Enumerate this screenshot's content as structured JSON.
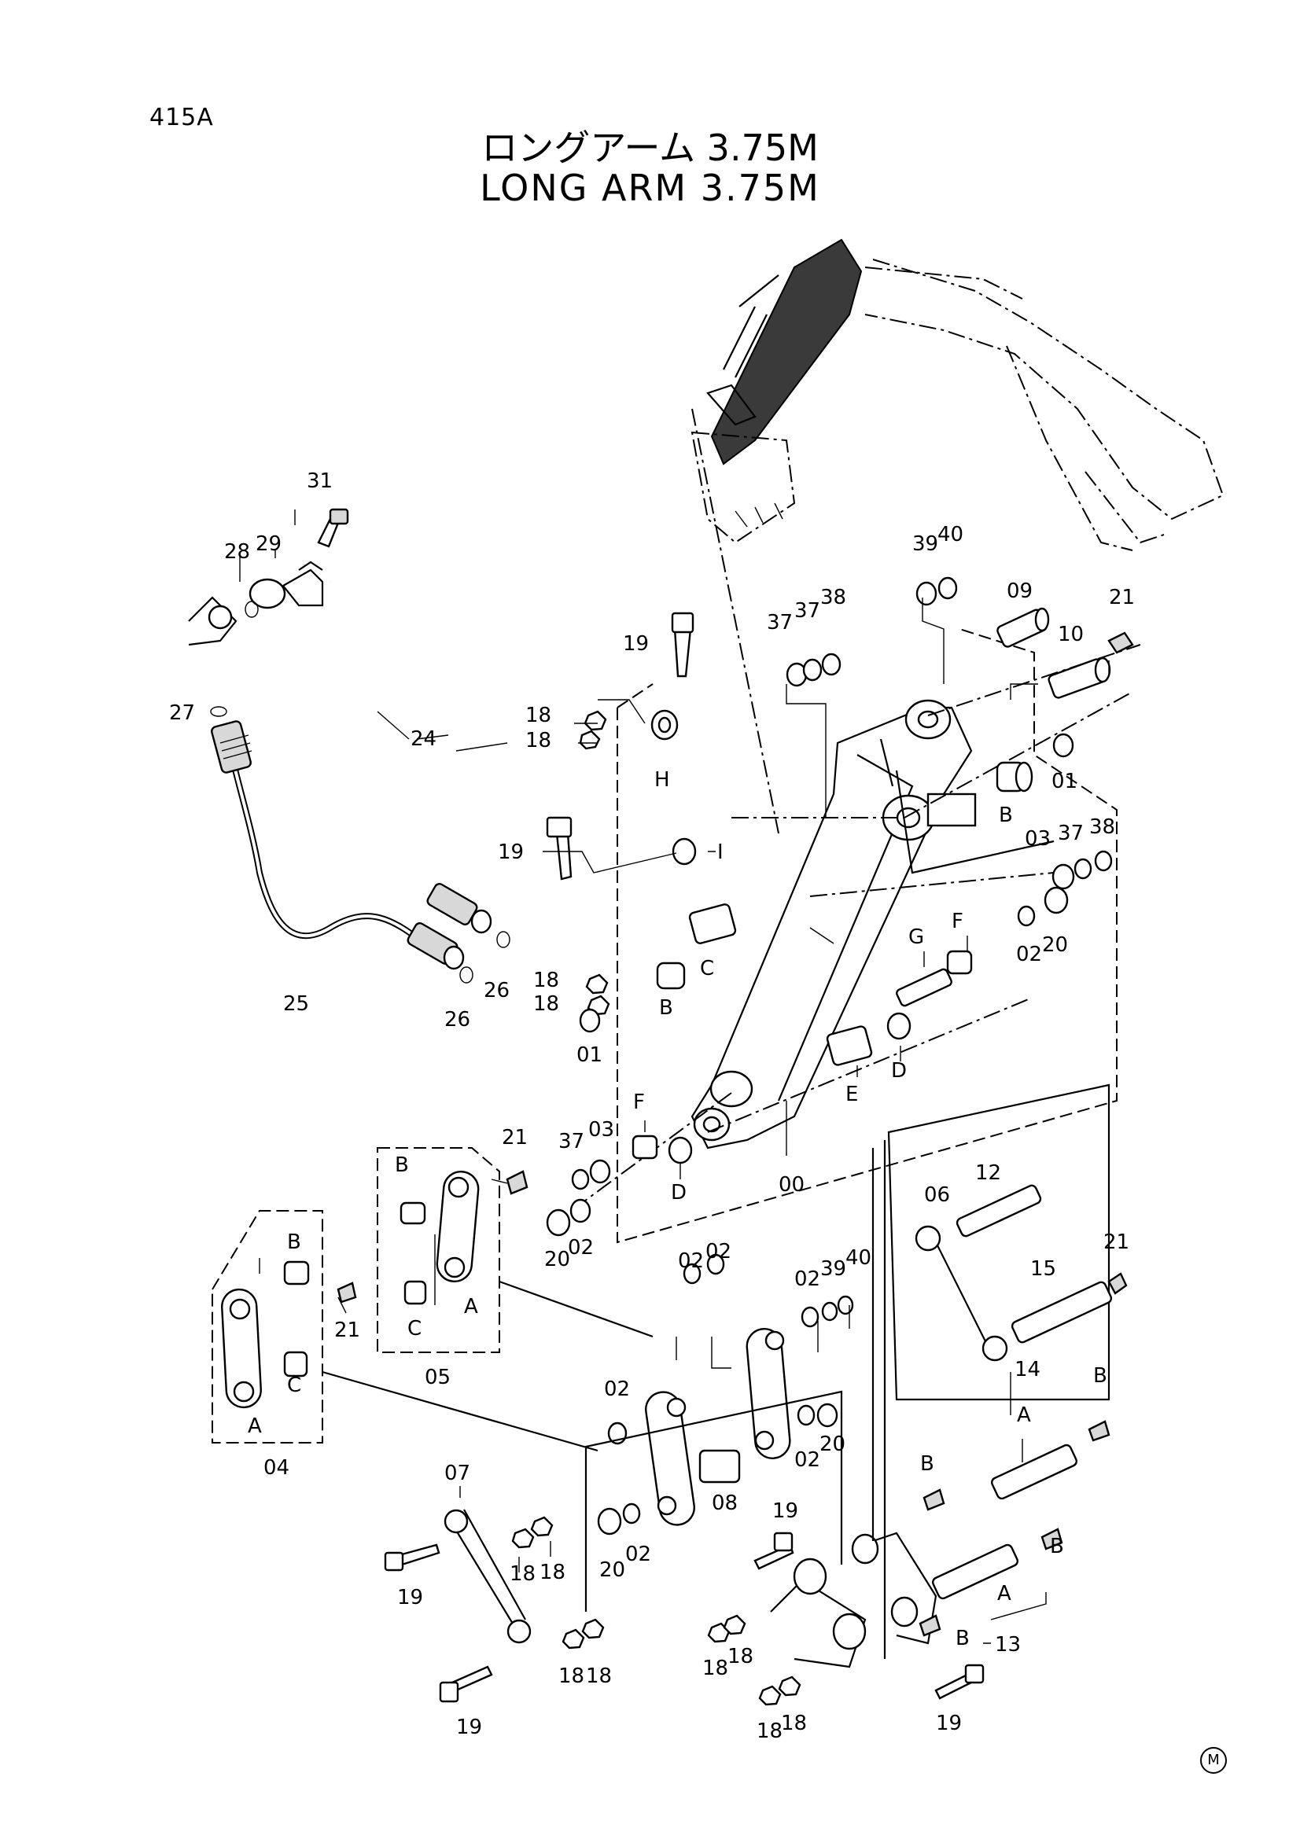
{
  "page_code": "415A",
  "title_jp": "ロングアーム 3.75M",
  "title_en": "LONG ARM 3.75M",
  "maker_mark": "M",
  "callouts": {
    "c31": "31",
    "c28": "28",
    "c29": "29",
    "c27": "27",
    "c24": "24",
    "c25": "25",
    "c26a": "26",
    "c26b": "26",
    "c39a": "39",
    "c40a": "40",
    "c09": "09",
    "c21a": "21",
    "c10": "10",
    "c37a": "37",
    "c37b": "37",
    "c38a": "38",
    "c19a": "19",
    "c18a": "18",
    "c18b": "18",
    "cH": "H",
    "c01a": "01",
    "cBa": "B",
    "c19b": "19",
    "cI": "I",
    "c03a": "03",
    "c37c": "37",
    "c38b": "38",
    "cF1": "F",
    "cG": "G",
    "c02a": "02",
    "c20a": "20",
    "c18c": "18",
    "c18d": "18",
    "cC1": "C",
    "cB2": "B",
    "c01b": "01",
    "cE": "E",
    "cD1": "D",
    "cF2": "F",
    "c37d": "37",
    "c03b": "03",
    "cD2": "D",
    "c20b": "20",
    "c02b": "02",
    "c00": "00",
    "cB3": "B",
    "c21b": "21",
    "cC2": "C",
    "cA1": "A",
    "c05": "05",
    "cB4": "B",
    "c21c": "21",
    "cC3": "C",
    "cA2": "A",
    "c04": "04",
    "c02c": "02",
    "c02d": "02",
    "c02e": "02",
    "c39b": "39",
    "c40b": "40",
    "c12": "12",
    "c06": "06",
    "c21d": "21",
    "c15": "15",
    "c14": "14",
    "cB5": "B",
    "cA3": "A",
    "cB6": "B",
    "c02f": "02",
    "c02g": "02",
    "c20c": "20",
    "c08": "08",
    "c20d": "20",
    "c02h": "02",
    "c07": "07",
    "c18e": "18",
    "c18f": "18",
    "c19c": "19",
    "c19d": "19",
    "c19e": "19",
    "c18g": "18",
    "c18h": "18",
    "c18i": "18",
    "c18j": "18",
    "c18k": "18",
    "c18l": "18",
    "cB7": "B",
    "cA4": "A",
    "c13": "13",
    "cB8": "B",
    "c19f": "19"
  }
}
